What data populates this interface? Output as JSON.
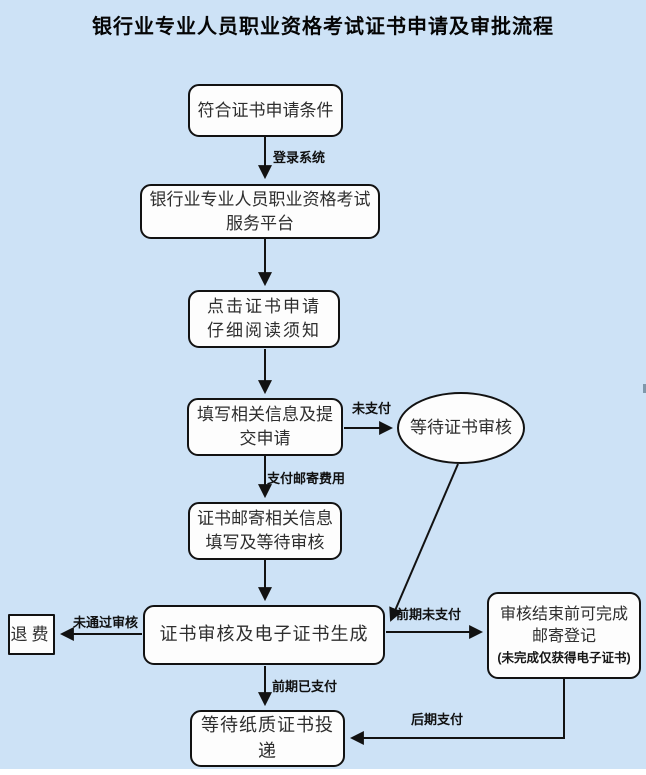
{
  "page": {
    "title": "银行业专业人员职业资格考试证书申请及审批流程",
    "background_color": "#cde2f6",
    "node_fill": "#fdfdfd",
    "line_color": "#121212"
  },
  "nodes": {
    "start": {
      "label": "符合证书申请条件"
    },
    "platform": {
      "label": "银行业专业人员职业资格考试\n服务平台"
    },
    "click_apply": {
      "label": "点击证书申请\n仔细阅读须知"
    },
    "fill_info": {
      "label": "填写相关信息及提\n交申请"
    },
    "wait_review": {
      "label": "等待证书审核"
    },
    "mail_info": {
      "label": "证书邮寄相关信息\n填写及等待审核"
    },
    "cert_review": {
      "label": "证书审核及电子证书生成"
    },
    "refund": {
      "label": "退费"
    },
    "mail_register": {
      "label": "审核结束前可完成\n邮寄登记",
      "note": "(未完成仅获得电子证书)"
    },
    "wait_delivery": {
      "label": "等待纸质证书投递"
    }
  },
  "edge_labels": {
    "login": "登录系统",
    "unpaid": "未支付",
    "pay_mail_fee": "支付邮寄费用",
    "early_unpaid": "前期未支付",
    "review_failed": "未通过审核",
    "early_paid": "前期已支付",
    "late_paid": "后期支付"
  }
}
